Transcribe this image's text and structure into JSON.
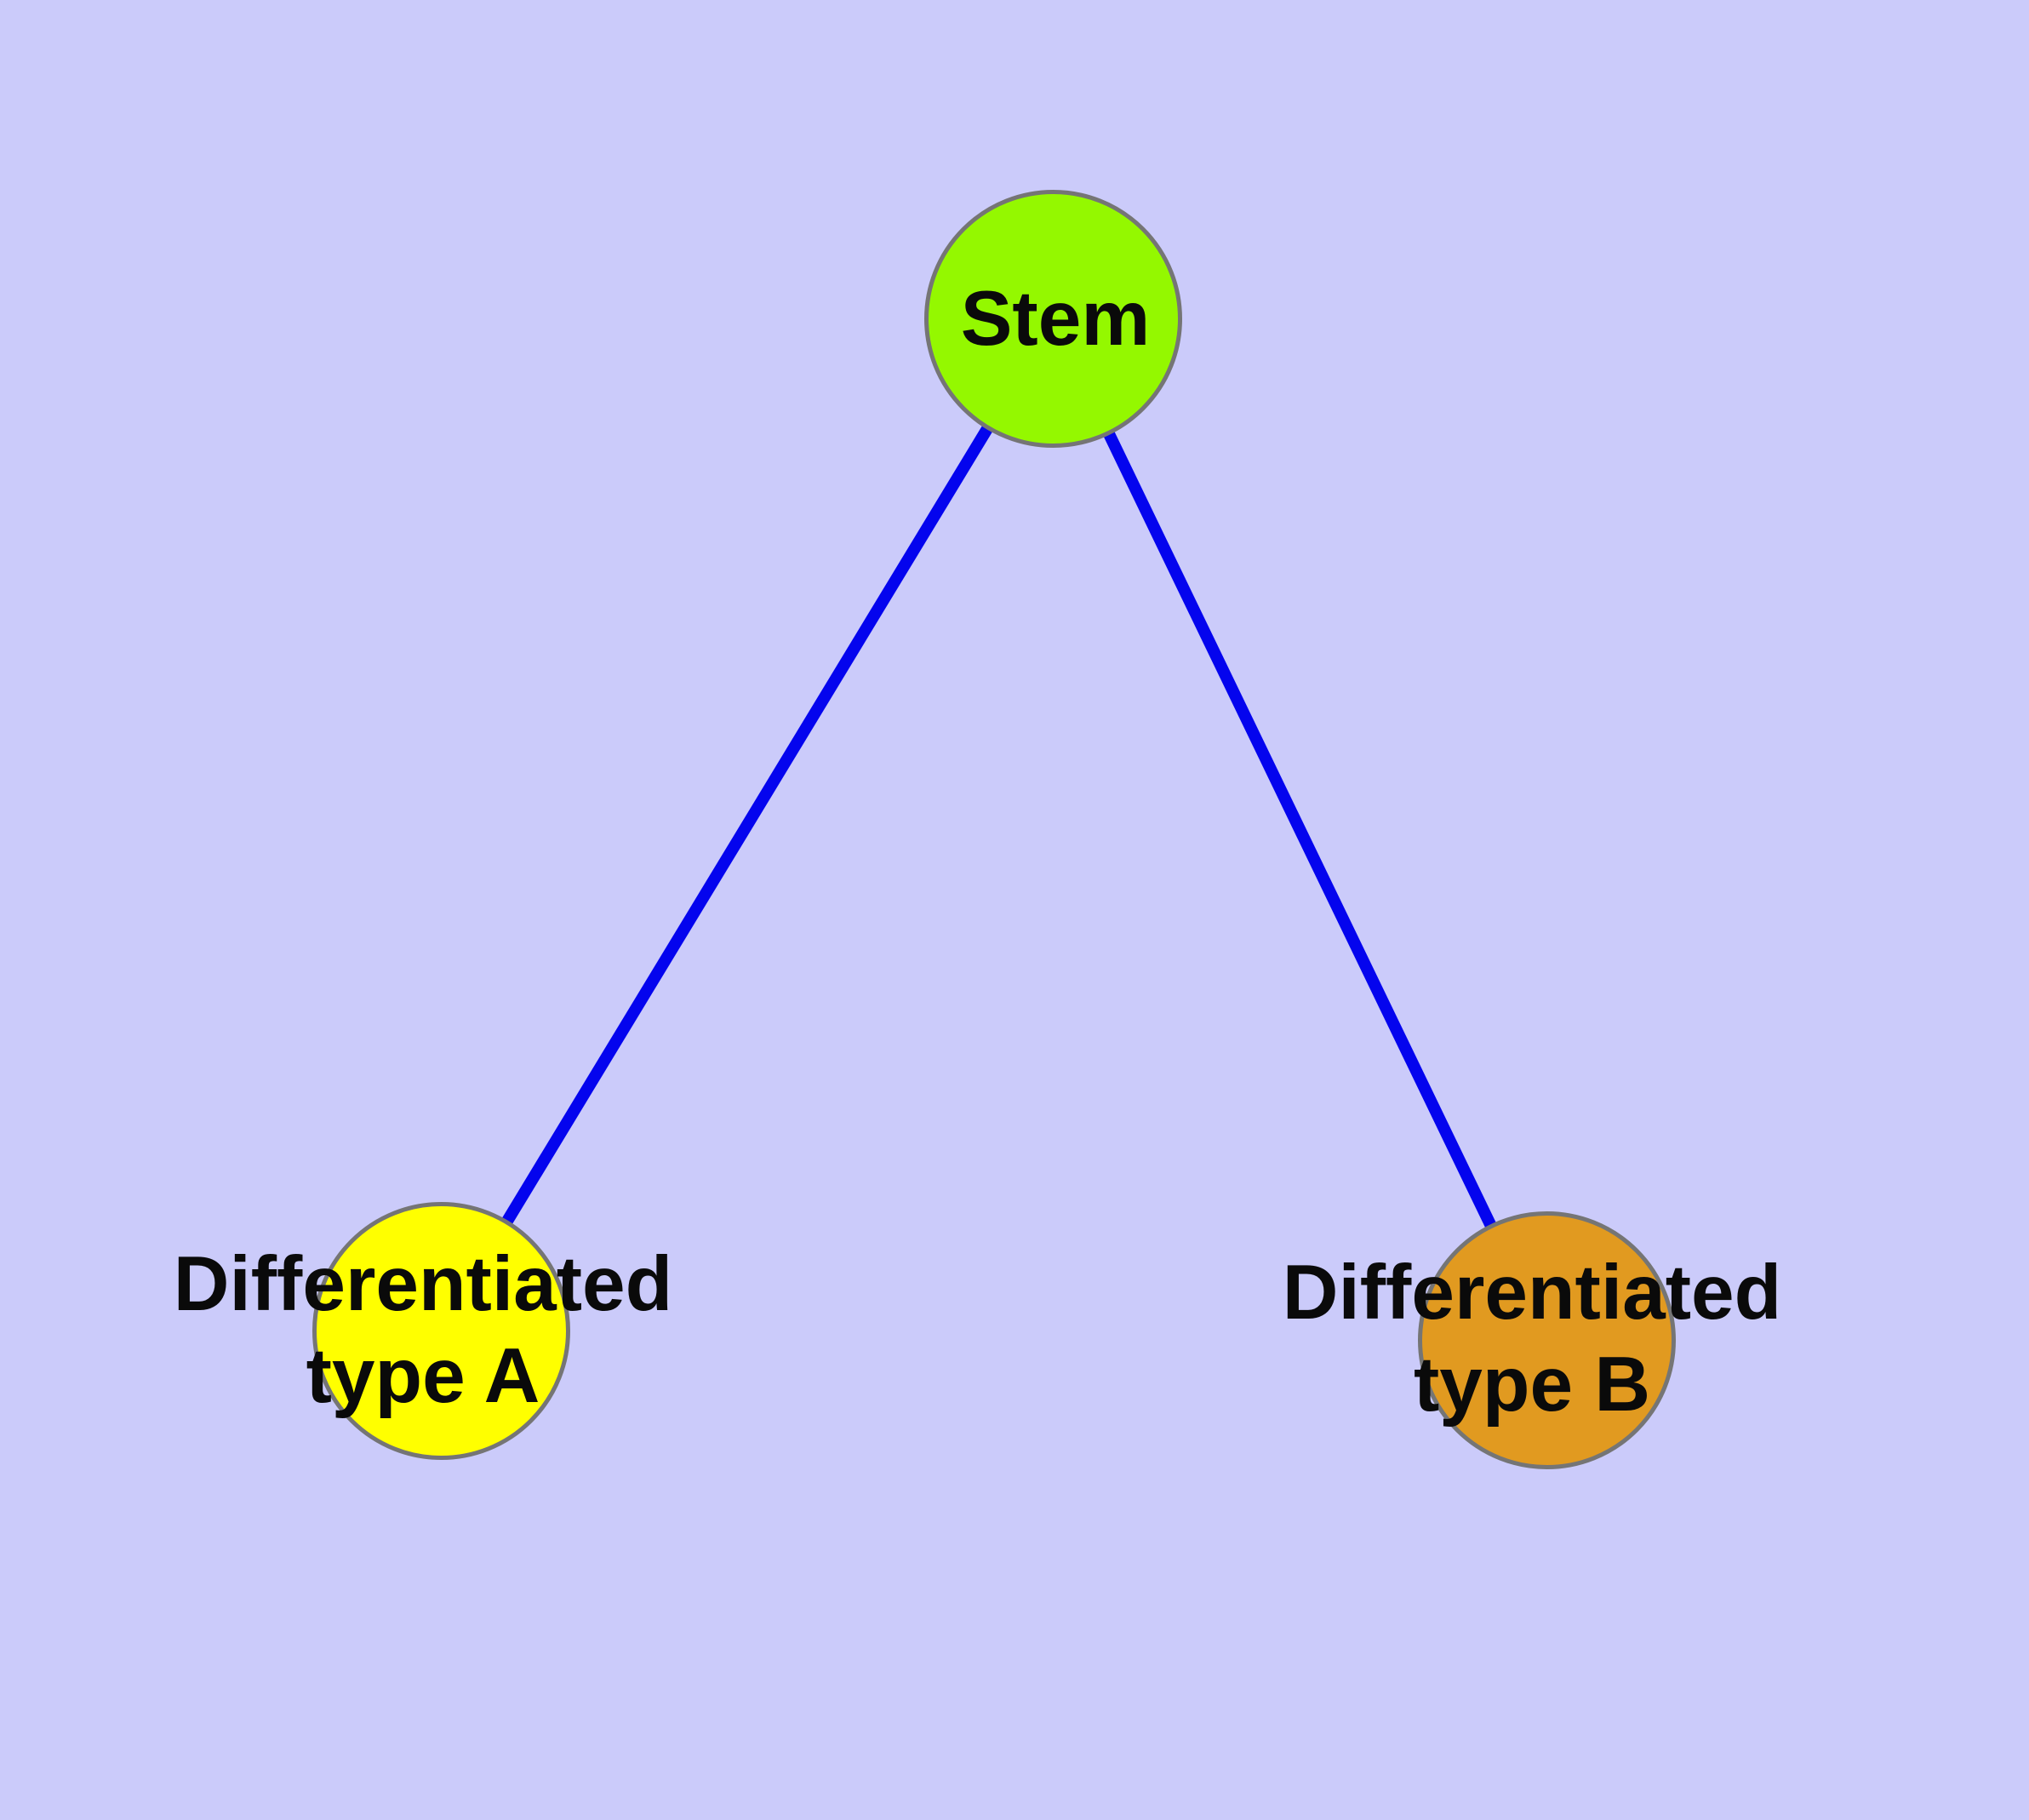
{
  "colors": {
    "background": "#CBCBFA",
    "node_border": "#757575",
    "edge": "#0404EE",
    "label_text": "#0a0a0a",
    "stem_fill": "#94F800",
    "type_a_fill": "#FFFF00",
    "type_b_fill": "#E19A20"
  },
  "graph": {
    "nodes": {
      "stem": {
        "label": "Stem"
      },
      "type_a": {
        "label_line1": "Differentiated",
        "label_line2": "type A"
      },
      "type_b": {
        "label_line1": "Differentiated",
        "label_line2": "type B"
      }
    },
    "edges": [
      {
        "from": "Stem",
        "to": "Differentiated type A"
      },
      {
        "from": "Stem",
        "to": "Differentiated type B"
      }
    ]
  }
}
